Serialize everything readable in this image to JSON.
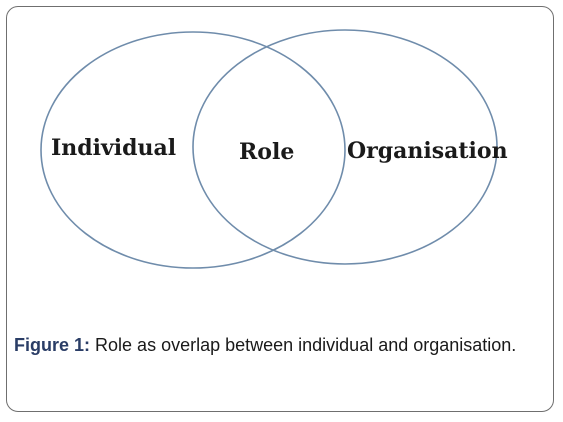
{
  "diagram": {
    "left_label": "Individual",
    "center_label": "Role",
    "right_label": "Organisation",
    "circle_stroke": "#6f8cab"
  },
  "caption": {
    "label": "Figure 1:",
    "text": "Role as overlap between individual and organisation."
  },
  "colors": {
    "frame_border": "#6f6f6f",
    "caption_label": "#2a3d66",
    "text": "#1a1a1a"
  }
}
